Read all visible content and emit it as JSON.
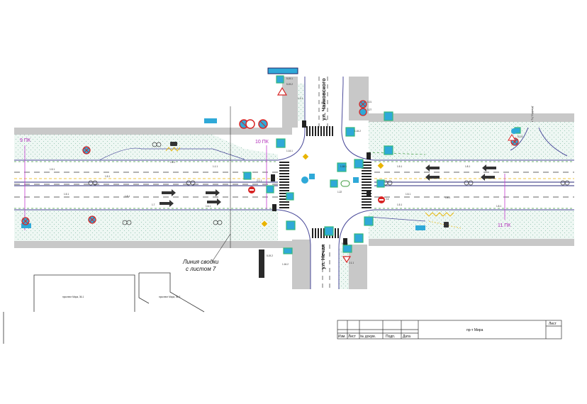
{
  "streets": {
    "north": "ул. Чайковского",
    "south": "ул. Нечая"
  },
  "stations": {
    "pk9": "9 ПК",
    "pk10": "10 ПК",
    "pk11": "11 ПК"
  },
  "merge_line": {
    "line1": "Линия сводки",
    "line2": "с листом 7"
  },
  "buildings": {
    "left": "проспект Мира, 36-1",
    "right": "проспект Мира, 36-2"
  },
  "title_block": {
    "columns": [
      "Изм.",
      "Лист",
      "№ докум.",
      "Подп.",
      "Дата"
    ],
    "title": "пр-т Мира",
    "sheet_label": "Лист"
  },
  "annotations": {
    "ne_note": "к ТЦ \"Садовод\"",
    "sign_151": "1.5.1",
    "sign_181": "1.8.1",
    "sign_5191": "5.19.1",
    "sign_5192": "5.19.2",
    "sign_321": "3.21",
    "sign_327": "3.27",
    "sign_211": "2.1.1",
    "sign_24": "2.4",
    "sign_131": "1.3.1",
    "sign_1162": "1.16.2",
    "sign_1141": "1.14.1",
    "sign_1181": "1.18.1",
    "sign_122": "1.22",
    "sign_17": "1.7",
    "sign_525": "5.2.5",
    "sign_161": "1.6.1",
    "sign_111": "1.1.1"
  },
  "colors": {
    "paving": "#c8c8c8",
    "lawn": "#bfe8da",
    "road_edge": "#4a4a9a",
    "sign_blue": "#2fa9d8",
    "sign_green": "#35b87a",
    "sign_red": "#d82424",
    "yellow": "#e8b400",
    "pk_line": "#c43ad0"
  }
}
